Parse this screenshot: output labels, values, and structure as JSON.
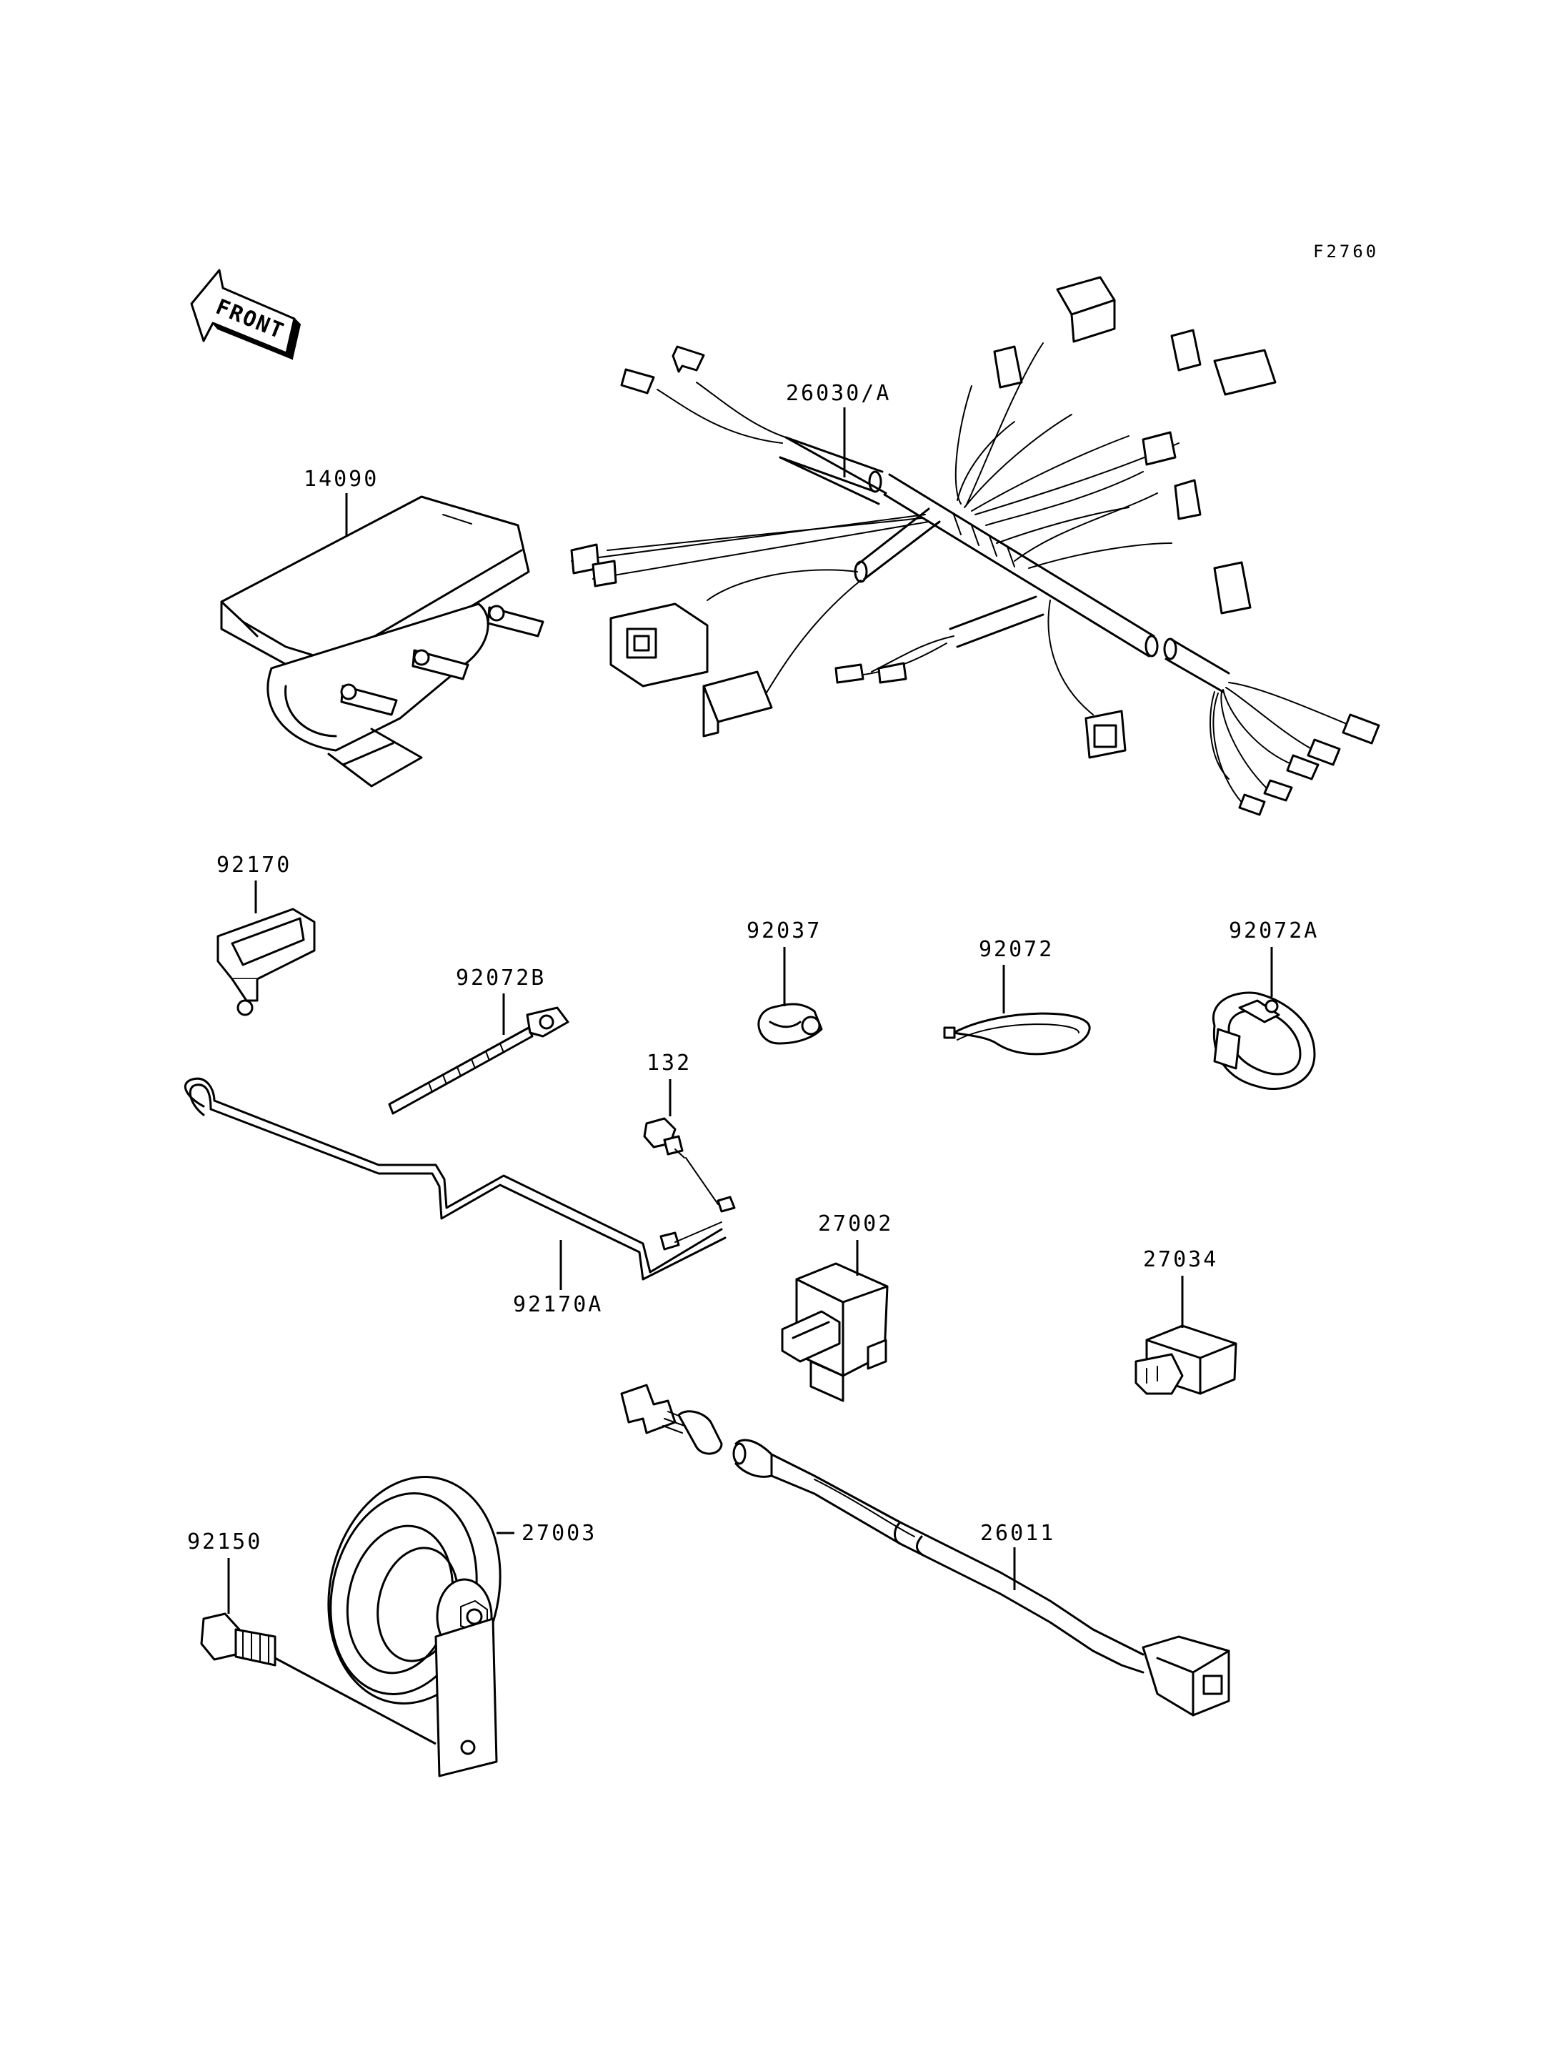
{
  "diagram_id": "F2760",
  "orientation_label": "FRONT",
  "parts": {
    "main_harness": "26030/A",
    "ecu_box": "14090",
    "cover_92170": "92170",
    "band_92072b": "92072B",
    "clamp_92037": "92037",
    "band_92072": "92072",
    "clamp_92072a": "92072A",
    "bolt_132": "132",
    "wire_92170a": "92170A",
    "relay_27002": "27002",
    "relay_27034": "27034",
    "bolt_92150": "92150",
    "horn_27003": "27003",
    "sub_harness_26011": "26011"
  }
}
